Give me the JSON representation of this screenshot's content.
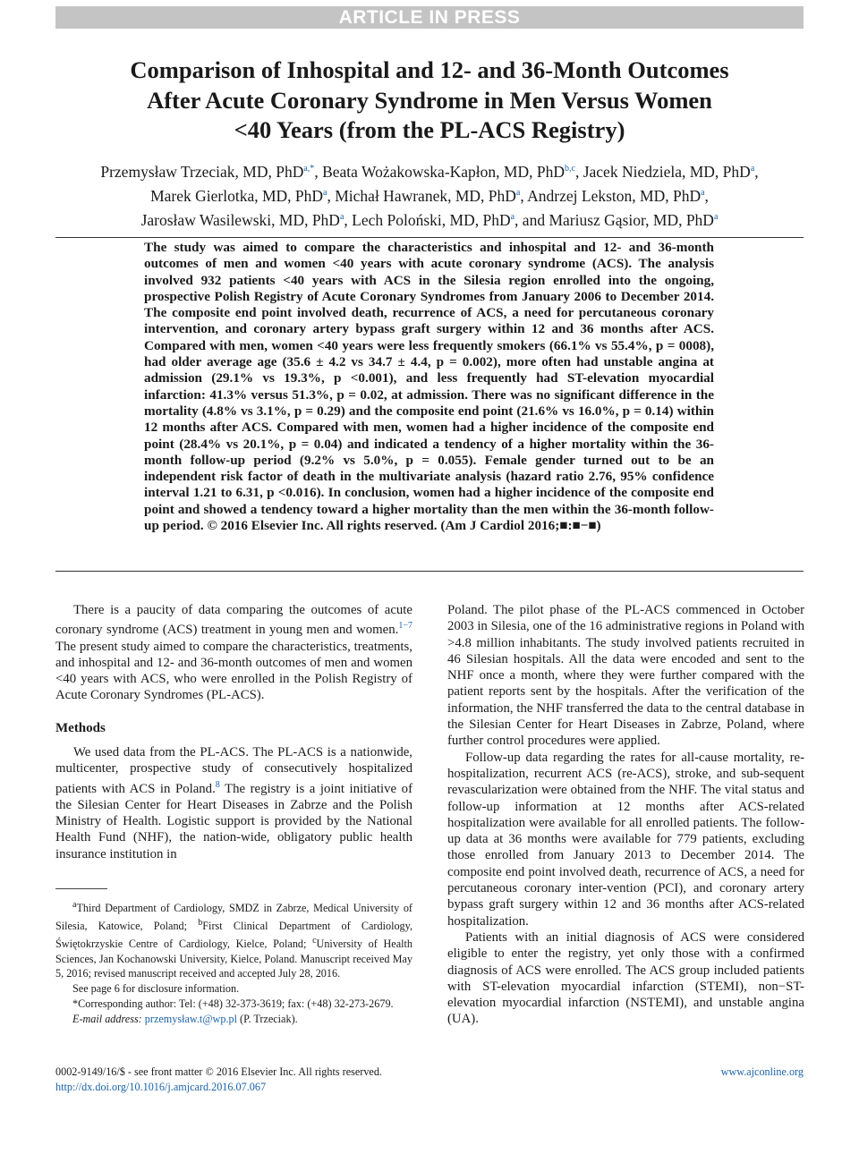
{
  "banner": "ARTICLE IN PRESS",
  "title_lines": [
    "Comparison of Inhospital and 12- and 36-Month Outcomes",
    "After Acute Coronary Syndrome in Men Versus Women",
    "<40 Years (from the PL-ACS Registry)"
  ],
  "authors": [
    {
      "name": "Przemysław Trzeciak, MD, PhD",
      "sup": "a,*",
      "sep": ", "
    },
    {
      "name": "Beata Wożakowska-Kapłon, MD, PhD",
      "sup": "b,c",
      "sep": ", "
    },
    {
      "name": "Jacek Niedziela, MD, PhD",
      "sup": "a",
      "sep": ", "
    },
    {
      "name": "Marek Gierlotka, MD, PhD",
      "sup": "a",
      "sep": ", "
    },
    {
      "name": "Michał Hawranek, MD, PhD",
      "sup": "a",
      "sep": ", "
    },
    {
      "name": "Andrzej Lekston, MD, PhD",
      "sup": "a",
      "sep": ", "
    },
    {
      "name": "Jarosław Wasilewski, MD, PhD",
      "sup": "a",
      "sep": ", "
    },
    {
      "name": "Lech Poloński, MD, PhD",
      "sup": "a",
      "sep": ", and "
    },
    {
      "name": "Mariusz Gąsior, MD, PhD",
      "sup": "a",
      "sep": ""
    }
  ],
  "abstract": "The study was aimed to compare the characteristics and inhospital and 12- and 36-month outcomes of men and women <40 years with acute coronary syndrome (ACS). The analysis involved 932 patients <40 years with ACS in the Silesia region enrolled into the ongoing, prospective Polish Registry of Acute Coronary Syndromes from January 2006 to December 2014. The composite end point involved death, recurrence of ACS, a need for percutaneous coronary intervention, and coronary artery bypass graft surgery within 12 and 36 months after ACS. Compared with men, women <40 years were less frequently smokers (66.1% vs 55.4%, p = 0008), had older average age (35.6 ± 4.2 vs 34.7 ± 4.4, p = 0.002), more often had unstable angina at admission (29.1% vs 19.3%, p <0.001), and less frequently had ST-elevation myocardial infarction: 41.3% versus 51.3%, p = 0.02, at admission. There was no significant difference in the mortality (4.8% vs 3.1%, p = 0.29) and the composite end point (21.6% vs 16.0%, p = 0.14) within 12 months after ACS. Compared with men, women had a higher incidence of the composite end point (28.4% vs 20.1%, p = 0.04) and indicated a tendency of a higher mortality within the 36-month follow-up period (9.2% vs 5.0%, p = 0.055). Female gender turned out to be an independent risk factor of death in the multivariate analysis (hazard ratio 2.76, 95% confidence interval 1.21 to 6.31, p <0.016). In conclusion, women had a higher incidence of the composite end point and showed a tendency toward a higher mortality than the men within the 36-month follow-up period.   © 2016 Elsevier Inc. All rights reserved. (Am J Cardiol 2016;■:■−■)",
  "intro": {
    "before_ref": "There is a paucity of data comparing the outcomes of acute coronary syndrome (ACS) treatment in young men and women.",
    "ref": "1−7",
    "after_ref": " The present study aimed to compare the characteristics, treatments, and inhospital and 12- and 36-month outcomes of men and women <40 years with ACS, who were enrolled in the Polish Registry of Acute Coronary Syndromes (PL-ACS)."
  },
  "methods_heading": "Methods",
  "methods_p1": {
    "before_ref": "We used data from the PL-ACS. The PL-ACS is a nationwide, multicenter, prospective study of consecutively hospitalized patients with ACS in Poland.",
    "ref": "8",
    "after_ref": " The registry is a joint initiative of the Silesian Center for Heart Diseases in Zabrze and the Polish Ministry of Health. Logistic support is provided by the National Health Fund (NHF), the nation-wide, obligatory public health insurance institution in"
  },
  "right_p1": "Poland. The pilot phase of the PL-ACS commenced in October 2003 in Silesia, one of the 16 administrative regions in Poland with >4.8 million inhabitants. The study involved patients recruited in 46 Silesian hospitals. All the data were encoded and sent to the NHF once a month, where they were further compared with the patient reports sent by the hospitals. After the verification of the information, the NHF transferred the data to the central database in the Silesian Center for Heart Diseases in Zabrze, Poland, where further control procedures were applied.",
  "right_p2": "Follow-up data regarding the rates for all-cause mortality, re-hospitalization, recurrent ACS (re-ACS), stroke, and sub-sequent revascularization were obtained from the NHF. The vital status and follow-up information at 12 months after ACS-related hospitalization were available for all enrolled patients. The follow-up data at 36 months were available for 779 patients, excluding those enrolled from January 2013 to December 2014. The composite end point involved death, recurrence of ACS, a need for percutaneous coronary inter-vention (PCI), and coronary artery bypass graft surgery within 12 and 36 months after ACS-related hospitalization.",
  "right_p3": "Patients with an initial diagnosis of ACS were considered eligible to enter the registry, yet only those with a confirmed diagnosis of ACS were enrolled. The ACS group included patients with ST-elevation myocardial infarction (STEMI), non−ST-elevation myocardial infarction (NSTEMI), and unstable angina (UA).",
  "affiliations": {
    "a_sup": "a",
    "a_text": "Third Department of Cardiology, SMDZ in Zabrze, Medical University of Silesia, Katowice, Poland; ",
    "b_sup": "b",
    "b_text": "First Clinical Department of Cardiology, Świętokrzyskie Centre of Cardiology, Kielce, Poland; ",
    "c_sup": "c",
    "c_text": "University of Health Sciences, Jan Kochanowski University, Kielce, Poland. Manuscript received May 5, 2016; revised manuscript received and accepted July 28, 2016.",
    "disclosure": "See page 6 for disclosure information.",
    "corresponding": "*Corresponding author: Tel: (+48) 32-373-3619; fax: (+48) 32-273-2679.",
    "email_label": "E-mail address: ",
    "email": "przemysław.t@wp.pl",
    "email_suffix": " (P. Trzeciak)."
  },
  "footer": {
    "issn": "0002-9149/16/$ - see front matter © 2016 Elsevier Inc. All rights reserved.",
    "doi": "http://dx.doi.org/10.1016/j.amjcard.2016.07.067",
    "website": "www.ajconline.org"
  },
  "colors": {
    "banner_bg": "#c4c4c4",
    "link": "#1b62a8"
  }
}
